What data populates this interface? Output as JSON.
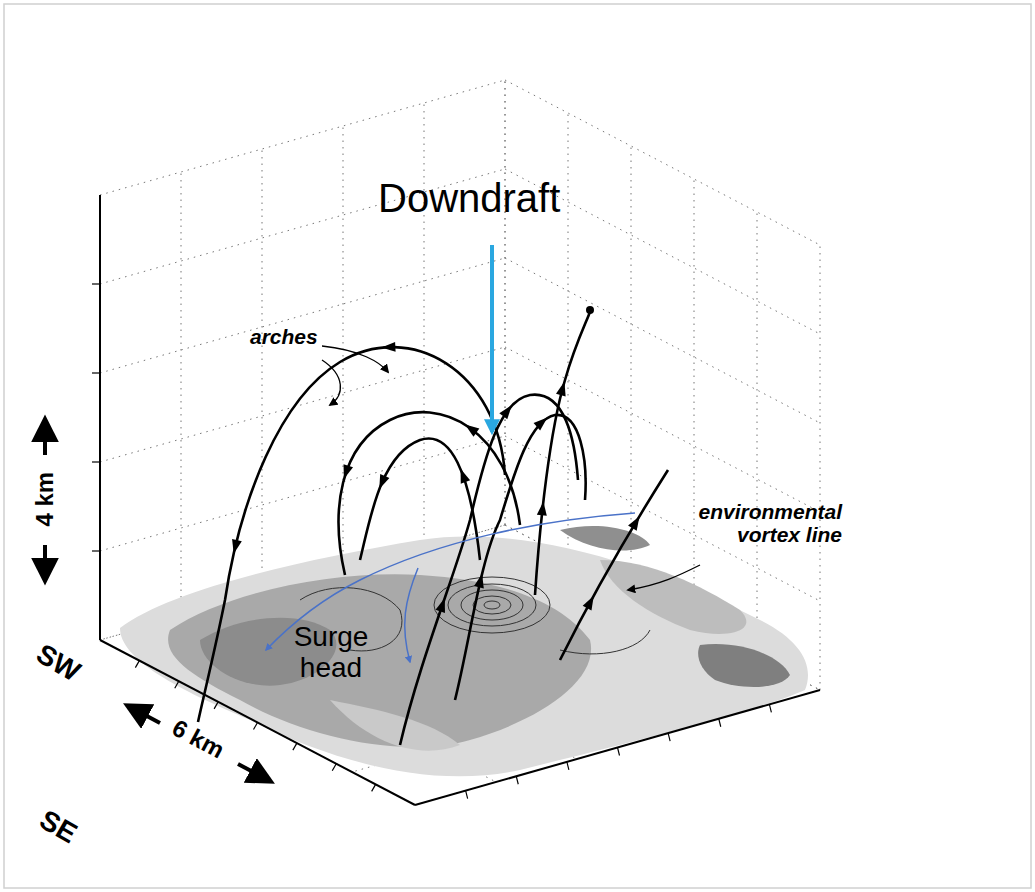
{
  "diagram": {
    "labels": [
      "Downdraft",
      "arches",
      "environmental vortex line",
      "Surge head",
      "4 km",
      "SW",
      "6 km",
      "SE"
    ]
  }
}
